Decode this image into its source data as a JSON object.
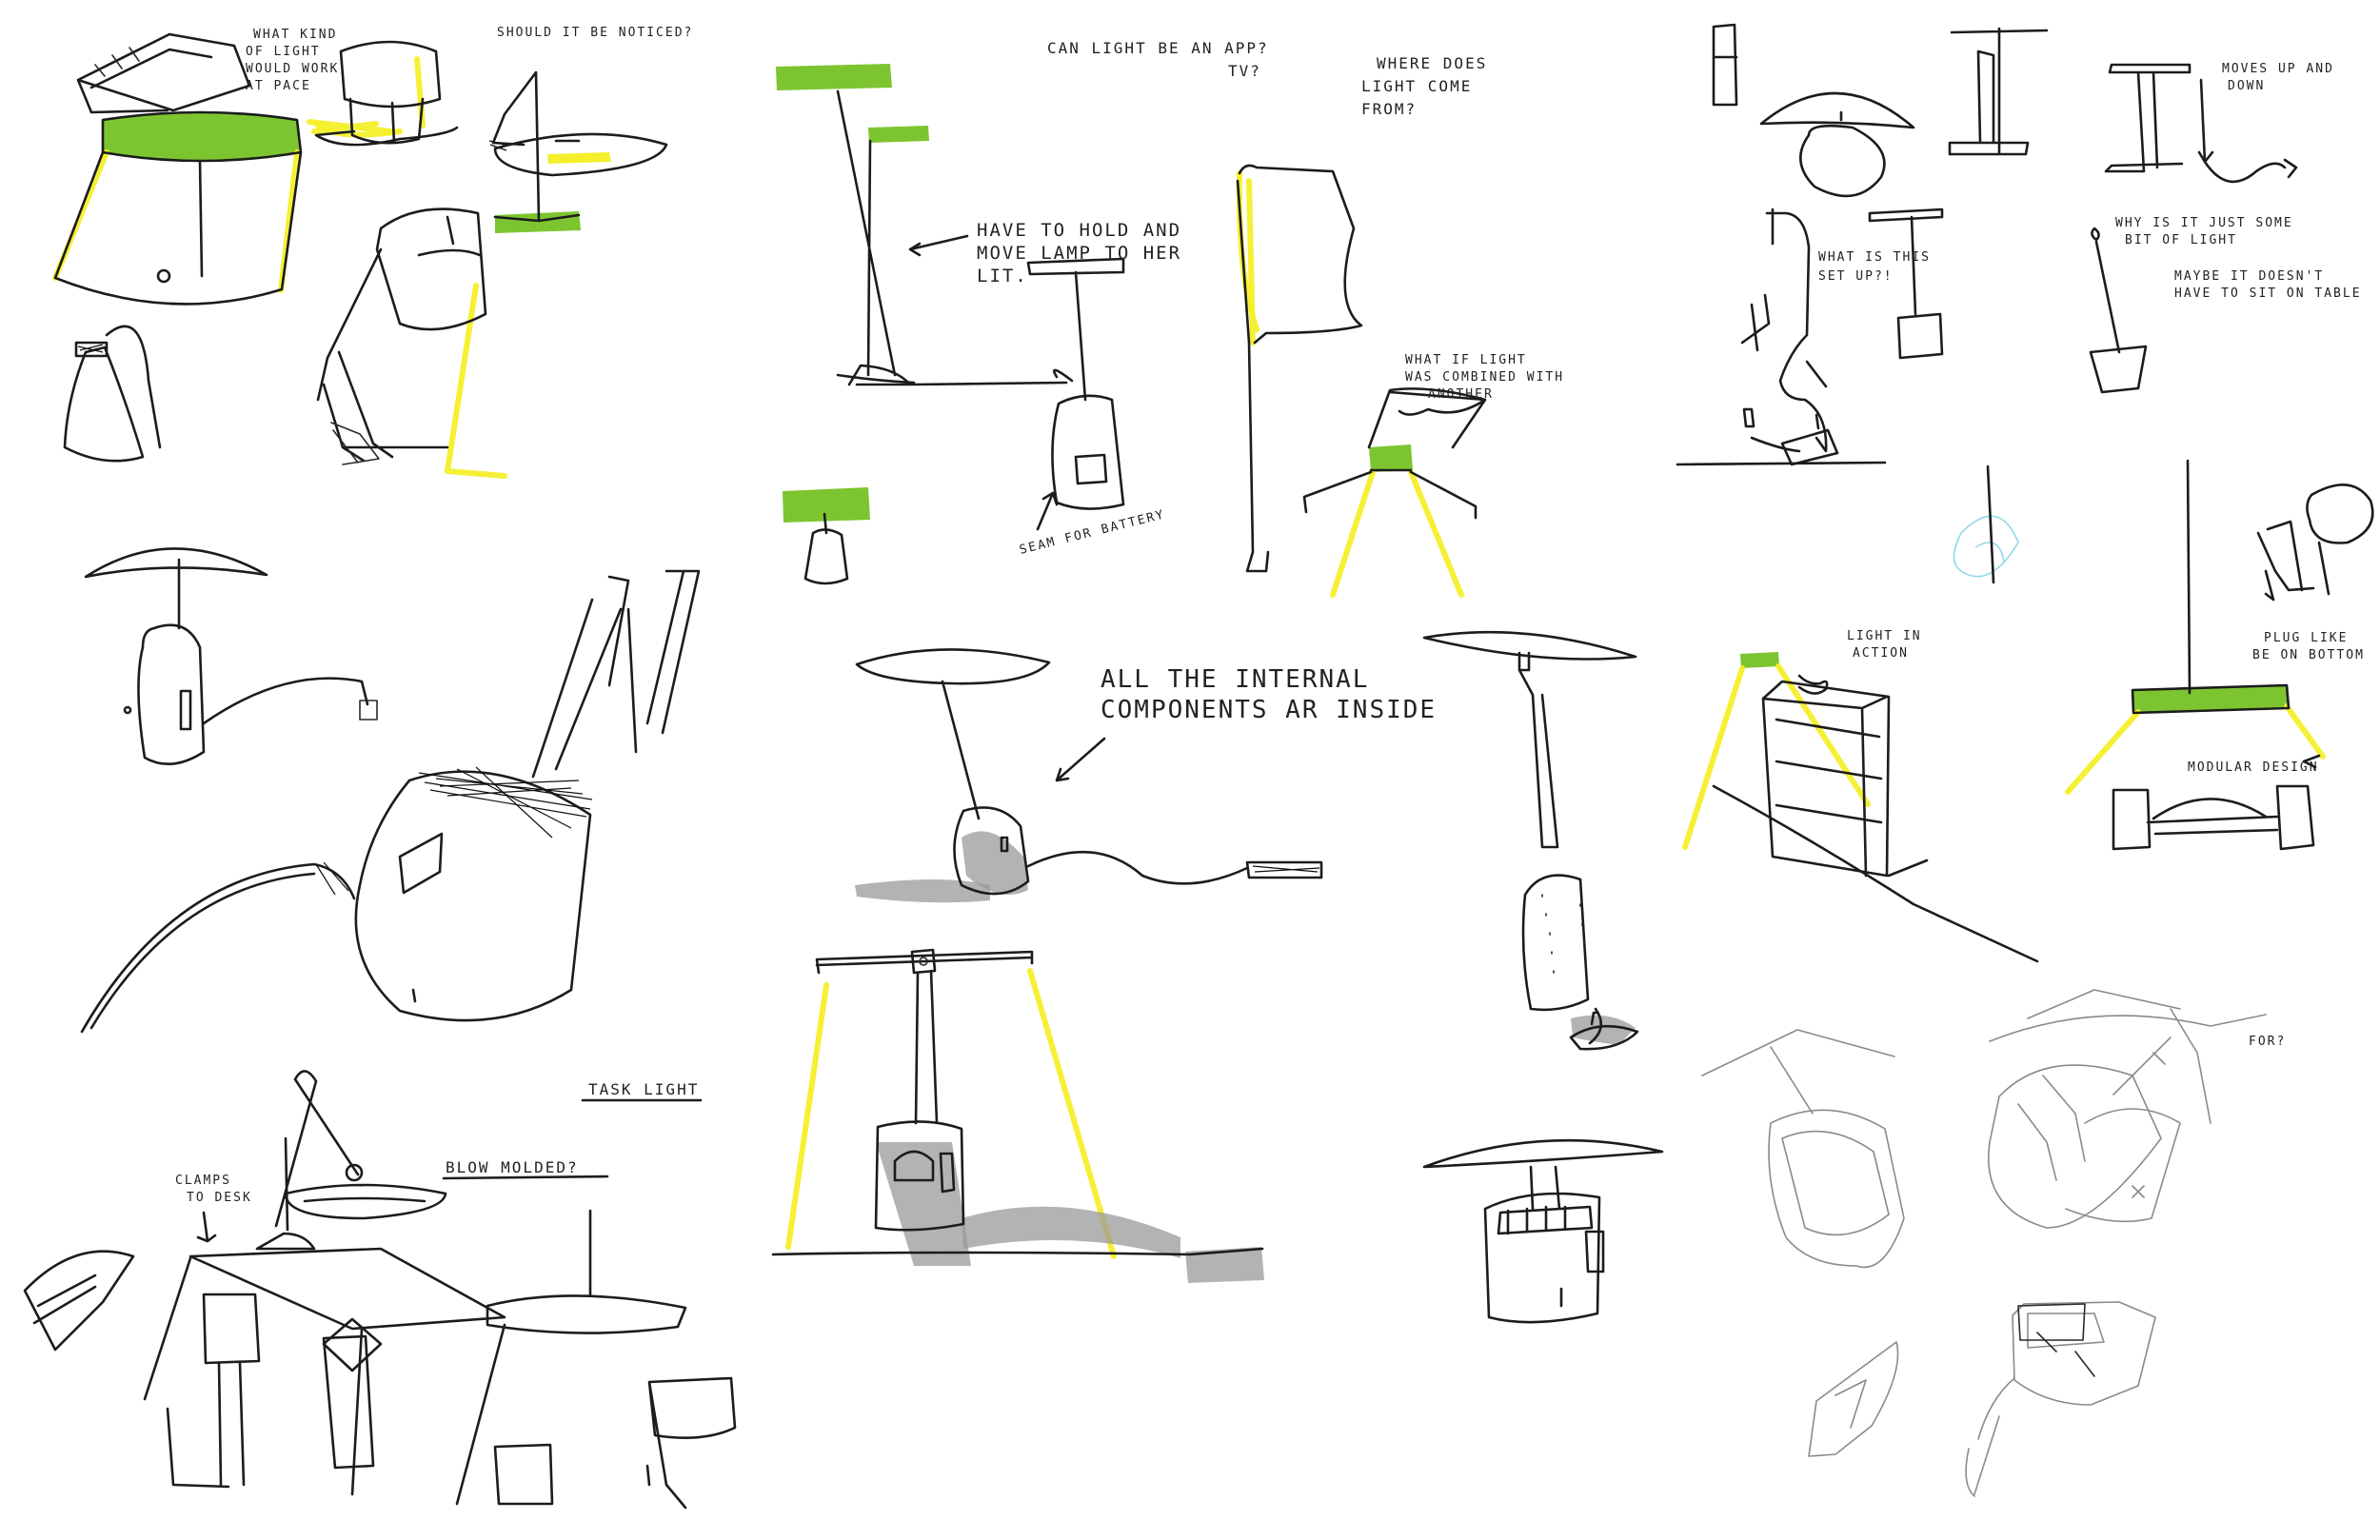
{
  "colors": {
    "ink": "#1c1c1c",
    "marker_green": "#7cc530",
    "marker_yellow": "#f4ef2a",
    "grey_marker": "#9a9a9a",
    "cyan_pencil": "#8fd8e8",
    "paper": "#ffffff"
  },
  "annotations": {
    "what_kind_1": "WHAT KIND",
    "what_kind_2": "OF LIGHT",
    "what_kind_3": "WOULD WORK",
    "what_kind_4": "AT PACE",
    "noticed": "SHOULD IT BE NOTICED?",
    "app_1": "CAN LIGHT BE AN APP?",
    "app_2": "TV?",
    "where_1": "WHERE DOES",
    "where_2": "LIGHT COME",
    "where_3": "FROM?",
    "hold_1": "HAVE TO HOLD AND",
    "hold_2": "MOVE LAMP TO HER",
    "hold_3": "LIT.",
    "seam": "SEAM FOR BATTERY",
    "combined_1": "WHAT IF LIGHT",
    "combined_2": "WAS COMBINED WITH",
    "combined_3": "ANOTHER",
    "internal_1": "ALL THE INTERNAL",
    "internal_2": "COMPONENTS AR INSIDE",
    "task": "TASK LIGHT",
    "clamps_1": "CLAMPS",
    "clamps_2": "TO DESK",
    "blow": "BLOW MOLDED?",
    "moves_1": "MOVES UP AND",
    "moves_2": "DOWN",
    "what_setup_1": "WHAT IS THIS",
    "what_setup_2": "SET UP?!",
    "why_1": "WHY IS IT JUST SOME",
    "why_2": "BIT OF LIGHT",
    "maybe_1": "MAYBE IT DOESN'T",
    "maybe_2": "HAVE TO SIT ON TABLE",
    "action_1": "LIGHT IN",
    "action_2": "ACTION",
    "plug_1": "PLUG LIKE",
    "plug_2": "BE ON BOTTOM",
    "modular": "MODULAR DESIGN",
    "for": "FOR?"
  },
  "icons": [
    "lamp-sketch",
    "marker-highlight",
    "arrow"
  ]
}
